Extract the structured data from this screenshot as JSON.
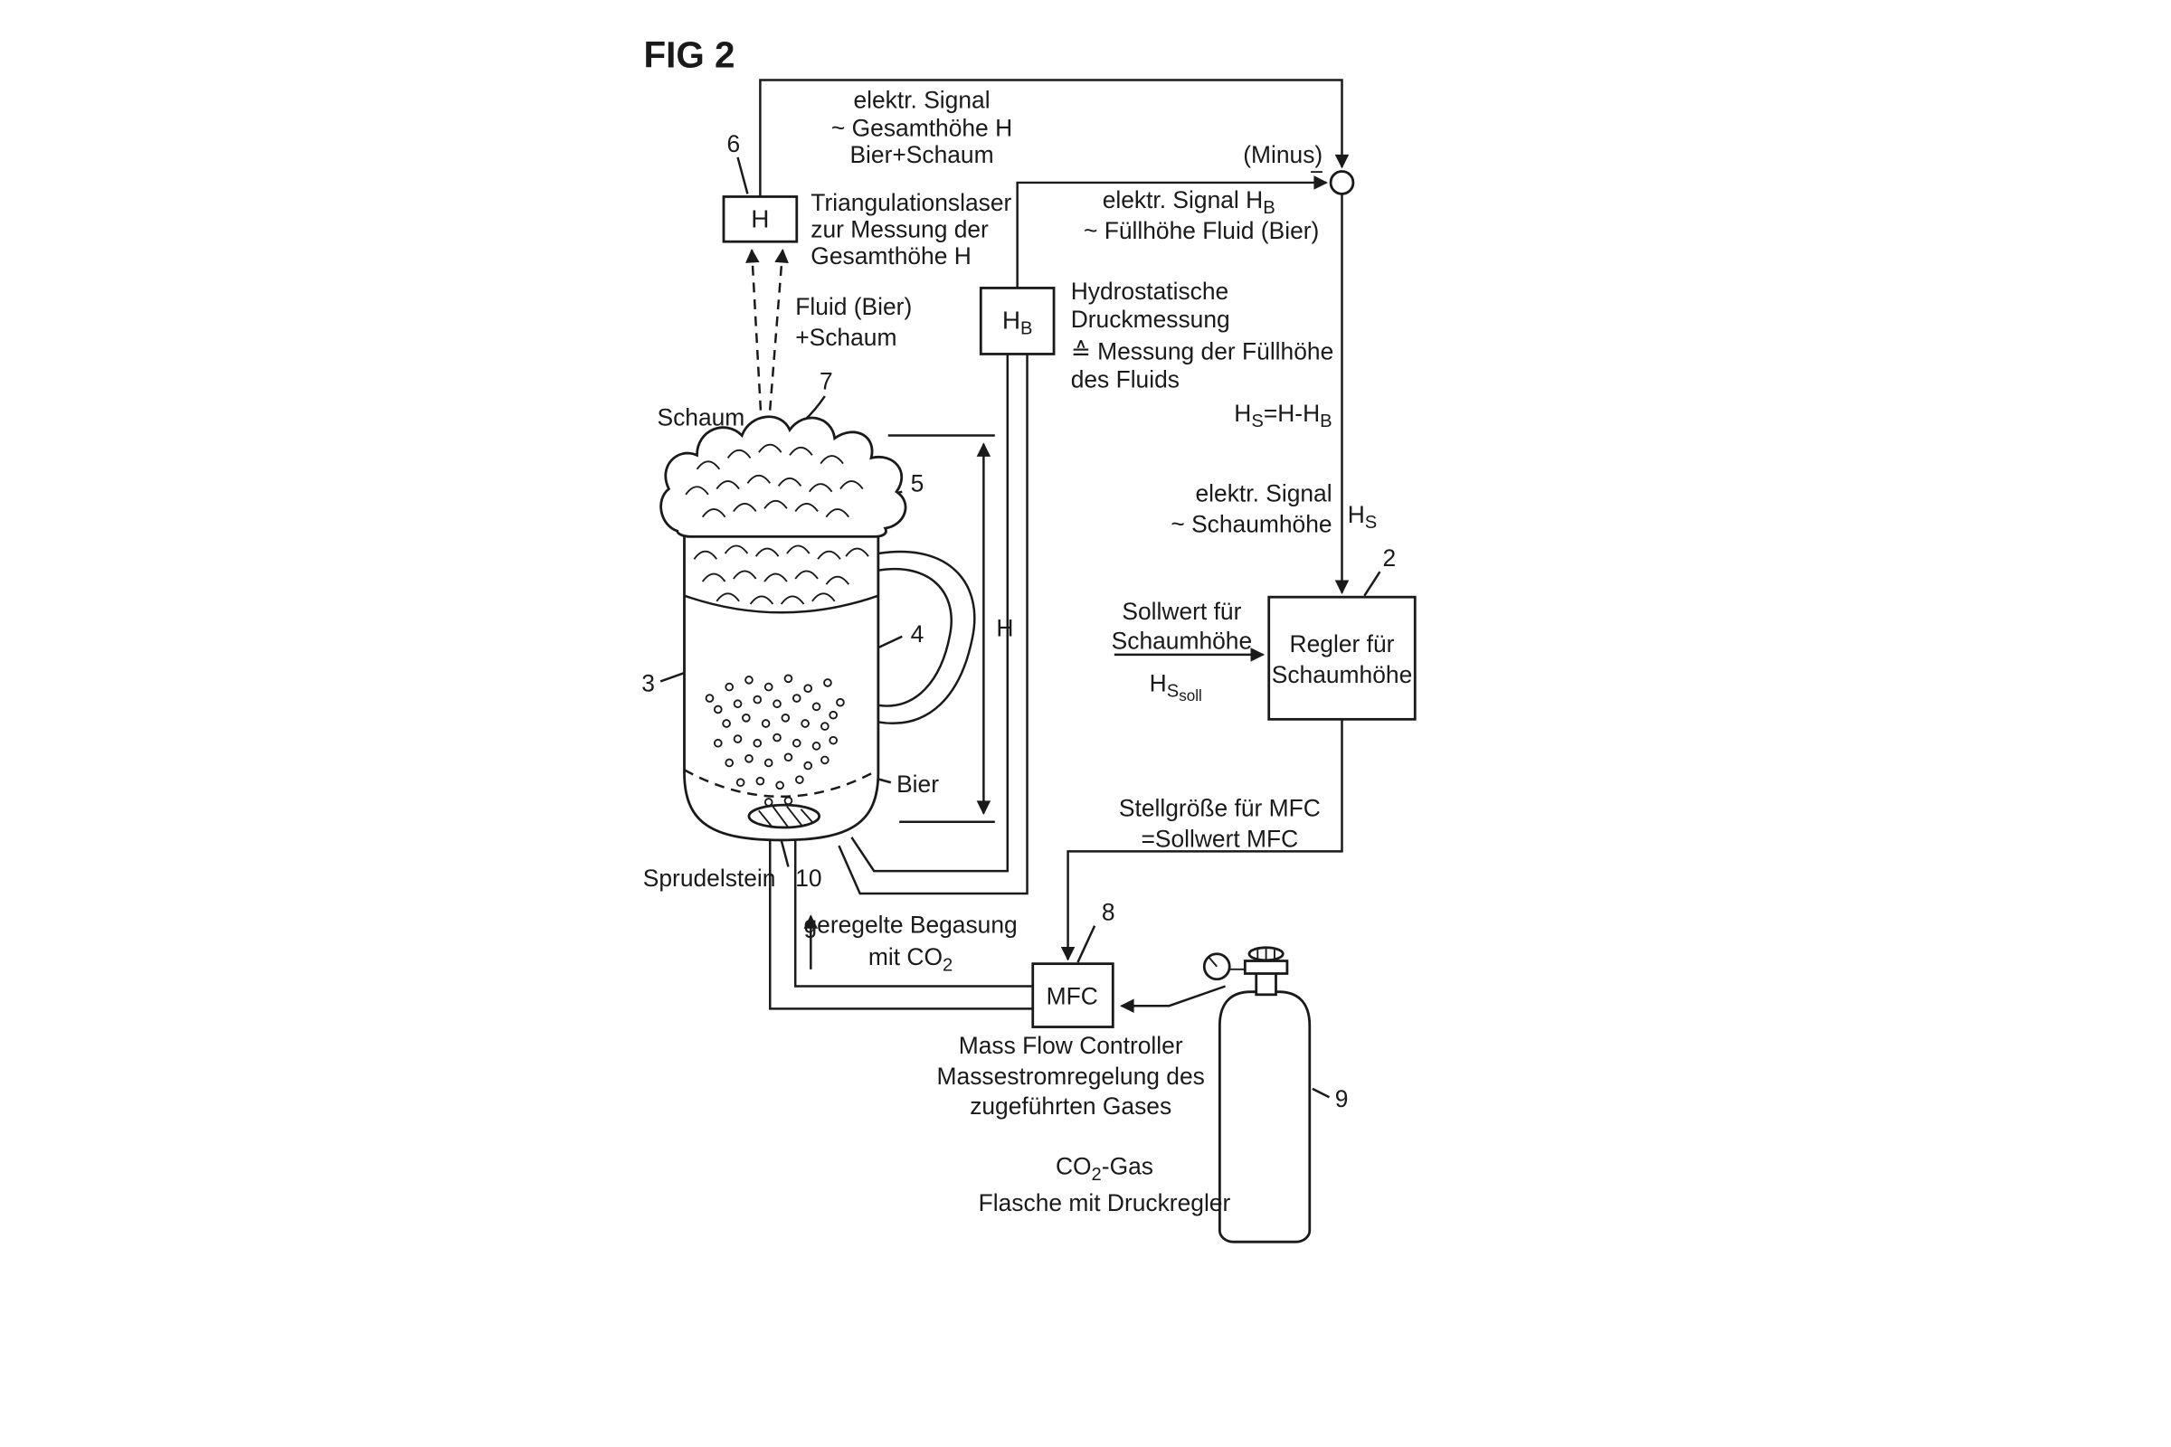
{
  "figure": {
    "title": "FIG 2"
  },
  "colors": {
    "ink": "#1a1a1a",
    "paper": "#ffffff"
  },
  "top_signal": {
    "line1": "elektr. Signal",
    "line2": "~ Gesamthöhe H",
    "line3": "Bier+Schaum"
  },
  "summing_junction": {
    "label": "(Minus)",
    "sign": "−"
  },
  "laser": {
    "ref": "6",
    "box_label": "H",
    "desc1": "Triangulationslaser",
    "desc2": "zur Messung der",
    "desc3": "Gesamthöhe H",
    "beam1": "Fluid (Bier)",
    "beam2": "+Schaum"
  },
  "mug": {
    "ref_vessel": "3",
    "ref_beer_wall": "4",
    "ref_foam": "5",
    "ref_surface": "7",
    "foam_label": "Schaum",
    "beer_label": "Bier",
    "stone_label": "Sprudelstein",
    "stone_ref": "10",
    "height_label": "H"
  },
  "hb_sensor": {
    "box_main": "H",
    "box_sub": "B",
    "desc1": "Hydrostatische",
    "desc2": "Druckmessung",
    "desc3": "≙ Messung der Füllhöhe",
    "desc4": "des Fluids",
    "sig1_main": "elektr. Signal H",
    "sig1_sub": "B",
    "sig2": "~ Füllhöhe Fluid (Bier)"
  },
  "formula": {
    "p1": "H",
    "p2": "S",
    "p3": "=H-H",
    "p4": "B"
  },
  "foam_signal": {
    "line1": "elektr. Signal",
    "line2": "~ Schaumhöhe",
    "sym_main": "H",
    "sym_sub": "S"
  },
  "controller": {
    "ref": "2",
    "line1": "Regler für",
    "line2": "Schaumhöhe",
    "set1": "Sollwert für",
    "set2": "Schaumhöhe",
    "sym_main": "H",
    "sym_sub": "S",
    "sym_subsub": "soll"
  },
  "command": {
    "line1": "Stellgröße für MFC",
    "line2": "=Sollwert MFC"
  },
  "mfc": {
    "ref": "8",
    "box_label": "MFC",
    "desc1": "Mass Flow Controller",
    "desc2": "Massestromregelung des",
    "desc3": "zugeführten Gases"
  },
  "gas": {
    "ref": "9",
    "l1a": "CO",
    "l1b": "2",
    "l1c": "-Gas",
    "line2": "Flasche mit Druckregler",
    "feed1": "geregelte Begasung",
    "feed2a": "mit CO",
    "feed2b": "2"
  }
}
